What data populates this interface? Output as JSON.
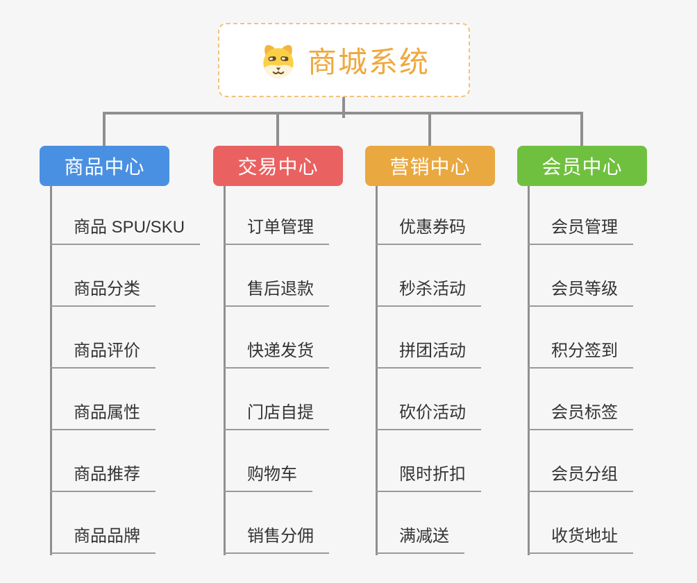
{
  "root": {
    "title": "商城系统",
    "icon": "dog-face-icon"
  },
  "branches": [
    {
      "label": "商品中心",
      "color": "#4a90e2",
      "items": [
        "商品 SPU/SKU",
        "商品分类",
        "商品评价",
        "商品属性",
        "商品推荐",
        "商品品牌"
      ]
    },
    {
      "label": "交易中心",
      "color": "#ea6161",
      "items": [
        "订单管理",
        "售后退款",
        "快递发货",
        "门店自提",
        "购物车",
        "销售分佣"
      ]
    },
    {
      "label": "营销中心",
      "color": "#eaa840",
      "items": [
        "优惠券码",
        "秒杀活动",
        "拼团活动",
        "砍价活动",
        "限时折扣",
        "满减送"
      ]
    },
    {
      "label": "会员中心",
      "color": "#70c040",
      "items": [
        "会员管理",
        "会员等级",
        "积分签到",
        "会员标签",
        "会员分组",
        "收货地址"
      ]
    }
  ],
  "colors": {
    "page_bg": "#f6f6f6",
    "connector": "#8f8f8f",
    "underline": "#9a9a9a",
    "item_text": "#333333",
    "root_text": "#efa83e",
    "root_border": "#f2c27b",
    "node_text": "#ffffff"
  }
}
